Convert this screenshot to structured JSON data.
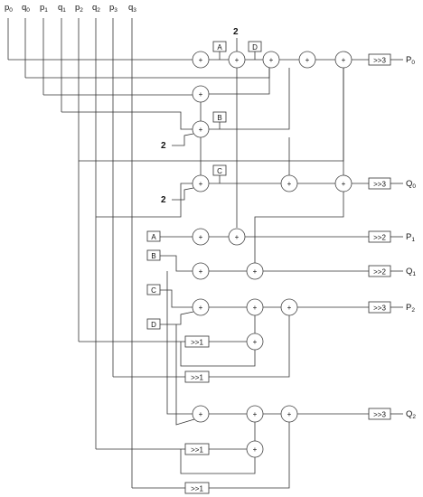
{
  "inputs": [
    {
      "base": "p",
      "sub": "0"
    },
    {
      "base": "q",
      "sub": "0"
    },
    {
      "base": "p",
      "sub": "1"
    },
    {
      "base": "q",
      "sub": "1"
    },
    {
      "base": "p",
      "sub": "2"
    },
    {
      "base": "q",
      "sub": "2"
    },
    {
      "base": "p",
      "sub": "3"
    },
    {
      "base": "q",
      "sub": "3"
    }
  ],
  "outputs": [
    {
      "base": "P",
      "sub": "0"
    },
    {
      "base": "Q",
      "sub": "0"
    },
    {
      "base": "P",
      "sub": "1"
    },
    {
      "base": "Q",
      "sub": "1"
    },
    {
      "base": "P",
      "sub": "2"
    },
    {
      "base": "Q",
      "sub": "2"
    }
  ],
  "shift_labels": [
    ">>3",
    ">>3",
    ">>2",
    ">>2",
    ">>3",
    ">>3"
  ],
  "halve_label": ">>1",
  "adder_symbol": "+",
  "constant_label": "2",
  "intermediates": [
    "A",
    "B",
    "C",
    "D"
  ]
}
